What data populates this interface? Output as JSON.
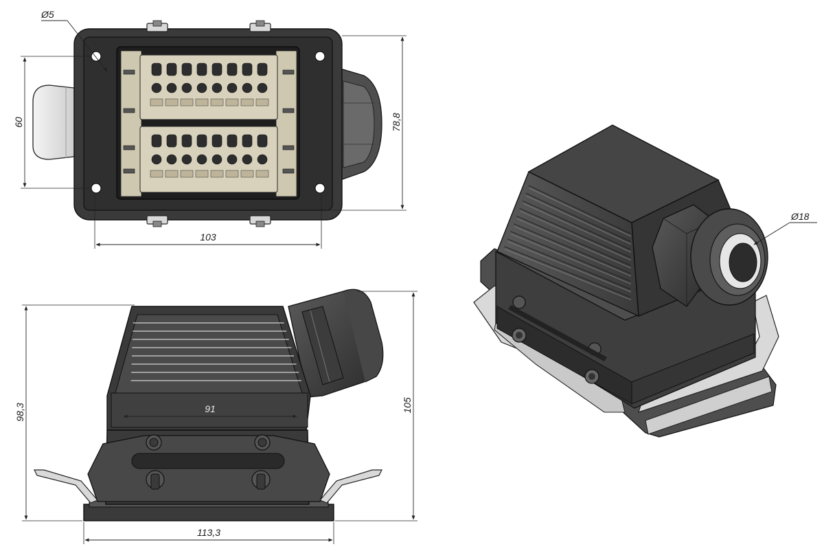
{
  "dimensions": {
    "hole_diameter": "Ø5",
    "top_width": "103",
    "top_hole_spacing": "60",
    "top_height": "78,8",
    "side_inner_width": "91",
    "side_base_width": "113,3",
    "side_height_body": "98,3",
    "side_height_total": "105",
    "gland_diameter": "Ø18"
  },
  "colors": {
    "housing": "#3a3a3a",
    "metal_bracket": "#d9d9d9",
    "insert": "#d8d2bd",
    "gland_light": "#e8e8e8"
  }
}
